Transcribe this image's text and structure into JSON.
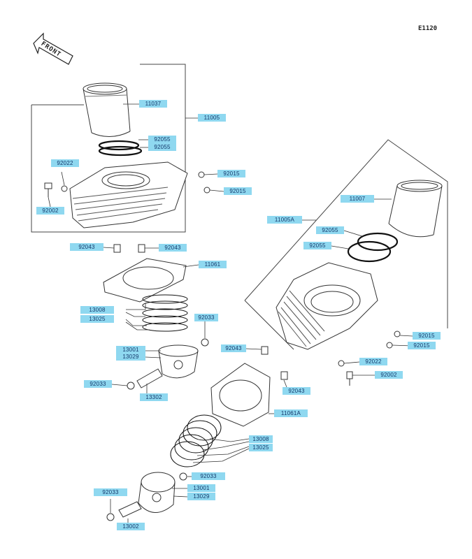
{
  "diagram_code": "E1120",
  "front_arrow": {
    "label": "FRONT",
    "icon": "front-arrow-icon"
  },
  "labels": {
    "p11037_a": "11037",
    "p11005": "11005",
    "p92055_a1": "92055",
    "p92055_a2": "92055",
    "p92022_a": "92022",
    "p92002_a": "92002",
    "p92015_a1": "92015",
    "p92015_a2": "92015",
    "p92043_a1": "92043",
    "p92043_a2": "92043",
    "p11061": "11061",
    "p13008_a": "13008",
    "p13025_a": "13025",
    "p92033_a": "92033",
    "p13001_a": "13001",
    "p13029_a": "13029",
    "p92033_b": "92033",
    "p13302_a": "13302",
    "p11007_b": "11007",
    "p11005A": "11005A",
    "p92055_b1": "92055",
    "p92055_b2": "92055",
    "p92015_b1": "92015",
    "p92015_b2": "92015",
    "p92043_b1": "92043",
    "p92022_b": "92022",
    "p92002_b": "92002",
    "p92043_b2": "92043",
    "p11061A": "11061A",
    "p13008_b": "13008",
    "p13025_b": "13025",
    "p92033_c": "92033",
    "p13001_b": "13001",
    "p13029_b": "13029",
    "p92033_d": "92033",
    "p13002_b": "13002"
  },
  "colors": {
    "label_bg": "#8fd8f0",
    "label_text": "#14386b",
    "line": "#333333"
  }
}
